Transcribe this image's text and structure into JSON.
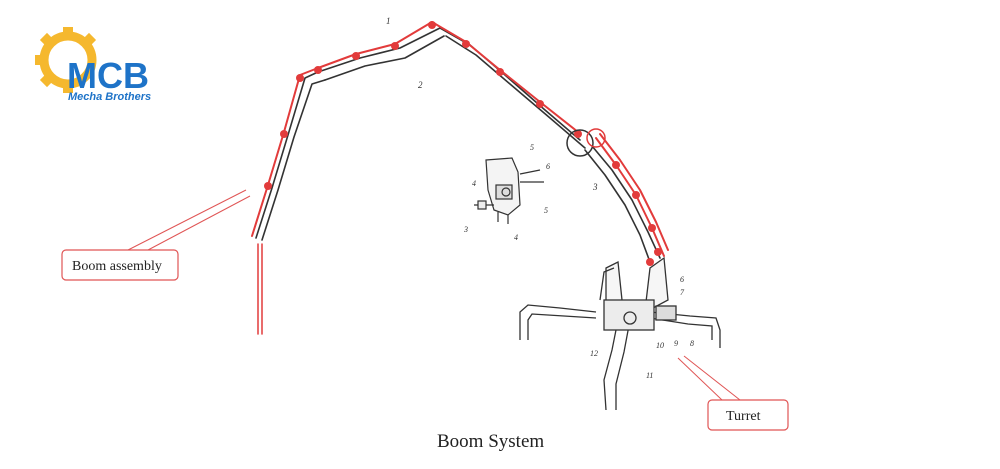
{
  "logo": {
    "brand": "MCB",
    "tagline": "Mecha Brothers",
    "colors": {
      "gear": "#F5B82E",
      "text": "#1E73C8",
      "tagline": "#1E73C8"
    }
  },
  "callouts": {
    "boom_assembly": "Boom assembly",
    "turret": "Turret"
  },
  "caption": "Boom System",
  "part_numbers": {
    "boom": [
      "1",
      "2",
      "3"
    ],
    "detail": [
      "5",
      "6",
      "4",
      "5",
      "3",
      "4"
    ],
    "turret": [
      "6",
      "7",
      "8",
      "9",
      "10",
      "12",
      "11"
    ]
  },
  "colors": {
    "highlight": "#E23B3B",
    "line": "#333333",
    "callout_border": "#E05555"
  }
}
